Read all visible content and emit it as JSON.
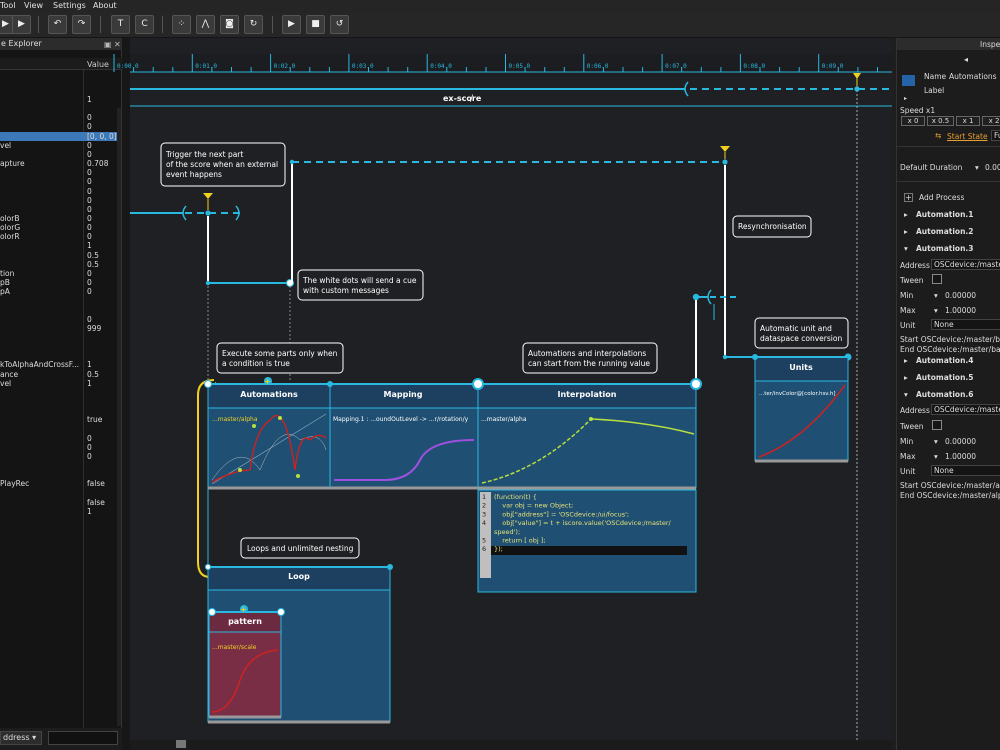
{
  "menus": [
    "Tool",
    "View",
    "Settings",
    "About"
  ],
  "toolbar": {
    "icons": [
      "play-icon",
      "stop-icon",
      "undo-icon",
      "redo-icon",
      "text-tool-icon",
      "comment-tool-icon",
      "scatter-tool-icon",
      "curve-tool-icon",
      "camera-icon",
      "loop-icon",
      "play-icon",
      "stop-icon",
      "reload-icon"
    ],
    "glyphs": [
      "▶",
      "▶",
      "↶",
      "↷",
      "T",
      "C",
      "⁘",
      "⋀",
      "◙",
      "↻",
      "▶",
      "■",
      "↺"
    ]
  },
  "explorer": {
    "title": "e Explorer",
    "value_header": "Value",
    "rows": [
      {
        "k": "",
        "v": "1"
      },
      {
        "k": "",
        "v": ""
      },
      {
        "k": "",
        "v": "0"
      },
      {
        "k": "",
        "v": "0"
      },
      {
        "k": "",
        "v": "[0, 0, 0]",
        "sel": true
      },
      {
        "k": "vel",
        "v": "0"
      },
      {
        "k": "",
        "v": "0"
      },
      {
        "k": "apture",
        "v": "0.708"
      },
      {
        "k": "",
        "v": "0"
      },
      {
        "k": "",
        "v": "0"
      },
      {
        "k": "",
        "v": "0"
      },
      {
        "k": "",
        "v": "0"
      },
      {
        "k": "",
        "v": "0"
      },
      {
        "k": "olorB",
        "v": "0"
      },
      {
        "k": "olorG",
        "v": "0"
      },
      {
        "k": "olorR",
        "v": "0"
      },
      {
        "k": "",
        "v": "1"
      },
      {
        "k": "",
        "v": "0.5"
      },
      {
        "k": "",
        "v": "0.5"
      },
      {
        "k": "tion",
        "v": "0"
      },
      {
        "k": "pB",
        "v": "0"
      },
      {
        "k": "pA",
        "v": "0"
      },
      {
        "k": "",
        "v": ""
      },
      {
        "k": "",
        "v": ""
      },
      {
        "k": "",
        "v": "0"
      },
      {
        "k": "",
        "v": "999"
      },
      {
        "k": "",
        "v": ""
      },
      {
        "k": "",
        "v": ""
      },
      {
        "k": "",
        "v": ""
      },
      {
        "k": "kToAlphaAndCrossF...",
        "v": "1"
      },
      {
        "k": "ance",
        "v": "0.5"
      },
      {
        "k": "vel",
        "v": "1"
      },
      {
        "k": "",
        "v": ""
      },
      {
        "k": "",
        "v": ""
      },
      {
        "k": "",
        "v": ""
      },
      {
        "k": "",
        "v": "true"
      },
      {
        "k": "",
        "v": ""
      },
      {
        "k": "",
        "v": "0"
      },
      {
        "k": "",
        "v": "0"
      },
      {
        "k": "",
        "v": "0"
      },
      {
        "k": "",
        "v": ""
      },
      {
        "k": "",
        "v": ""
      },
      {
        "k": "PlayRec",
        "v": "false"
      },
      {
        "k": "",
        "v": ""
      },
      {
        "k": "",
        "v": "false"
      },
      {
        "k": "",
        "v": "1"
      }
    ],
    "address_select": "ddress"
  },
  "ruler": [
    "0:00.0",
    "0:01.0",
    "0:02.0",
    "0:03.0",
    "0:04.0",
    "0:05.0",
    "0:06.0",
    "0:07.0",
    "0:08.0",
    "0:09.0"
  ],
  "score": {
    "label": "ex-score",
    "slash": "/"
  },
  "comments": {
    "trigger": [
      "Trigger the next part",
      "of the score when an external",
      "event happens"
    ],
    "white_dots": [
      "The white dots will send a cue",
      "with custom messages"
    ],
    "resync": [
      "Resynchronisation"
    ],
    "condition": [
      "Execute some parts only when",
      "a condition is true"
    ],
    "interp": [
      "Automations and interpolations",
      "can start from the running value"
    ],
    "units": [
      "Automatic unit and",
      "dataspace conversion"
    ],
    "loops": [
      "Loops and unlimited nesting"
    ]
  },
  "processes": {
    "automations": {
      "title": "Automations",
      "addr": "...master/alpha"
    },
    "mapping": {
      "title": "Mapping",
      "addr": "Mapping.1 :     ...oundOutLevel ->     ...r/rotation/y"
    },
    "interpolation": {
      "title": "Interpolation",
      "addr": "...master/alpha"
    },
    "units": {
      "title": "Units",
      "addr": "...ter/invColor@[color.hsv.h]"
    },
    "loop": {
      "title": "Loop"
    },
    "pattern": {
      "title": "pattern",
      "addr": "...master/scale"
    }
  },
  "code": {
    "line_numbers": [
      "1",
      "2",
      "3",
      "4",
      "",
      "5",
      "6"
    ],
    "lines": [
      "(function(t) {",
      "    var obj = new Object;",
      "    obj[\"address\"] = 'OSCdevice:/ui/focus';",
      "    obj[\"value\"] = t + iscore.value('OSCdevice:/master/",
      "speed');",
      "    return [ obj ];",
      "});"
    ]
  },
  "inspector": {
    "title": "Inspe",
    "name_label": "Name",
    "name_value": "Automations",
    "label_label": "Label",
    "speed_label": "Speed x1",
    "speed_buttons": [
      "x 0",
      "x 0.5",
      "x 1",
      "x 2"
    ],
    "start_state": "Start State",
    "start_state_field": "Fu",
    "default_duration_label": "Default Duration",
    "default_duration_value": "0.00",
    "add_process": "Add Process",
    "automation1": "Automation.1",
    "automation2": "Automation.2",
    "automation3": "Automation.3",
    "address_label": "Address",
    "address3": "OSCdevice:/master",
    "tween_label": "Tween",
    "min_label": "Min",
    "min3": "0.00000",
    "max_label": "Max",
    "max3": "1.00000",
    "unit_label": "Unit",
    "unit3": "None",
    "start3": "Start  OSCdevice:/master/bac",
    "end3": "End  OSCdevice:/master/bac",
    "automation4": "Automation.4",
    "automation5": "Automation.5",
    "automation6": "Automation.6",
    "address6": "OSCdevice:/master",
    "min6": "0.00000",
    "max6": "1.00000",
    "unit6": "None",
    "start6": "Start  OSCdevice:/master/alp",
    "end6": "End  OSCdevice:/master/alp"
  },
  "colors": {
    "cyan": "#29b8e0",
    "yellow": "#f0d020",
    "box": "#1f4f72",
    "header": "#1d3f60",
    "pattern": "#7a2e46",
    "red": "#cc2222",
    "purple": "#a050e0",
    "green": "#b8e040"
  }
}
